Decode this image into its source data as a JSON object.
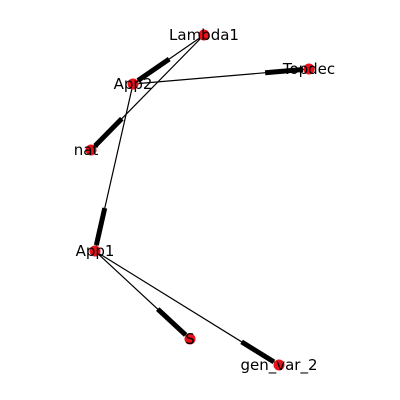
{
  "graph": {
    "node_color": "#e8101a",
    "edge_color": "#000000",
    "nodes": [
      {
        "id": "Lambda1",
        "label": "Lambda1"
      },
      {
        "id": "App2",
        "label": "App2"
      },
      {
        "id": "Topdec",
        "label": "Topdec"
      },
      {
        "id": "nat",
        "label": "nat"
      },
      {
        "id": "App1",
        "label": "App1"
      },
      {
        "id": "S",
        "label": "S"
      },
      {
        "id": "gen_var_2",
        "label": "gen_var_2"
      }
    ],
    "edges": [
      {
        "source": "Lambda1",
        "target": "App2"
      },
      {
        "source": "Lambda1",
        "target": "nat"
      },
      {
        "source": "App2",
        "target": "Topdec"
      },
      {
        "source": "App2",
        "target": "App1"
      },
      {
        "source": "App1",
        "target": "S"
      },
      {
        "source": "App1",
        "target": "gen_var_2"
      }
    ]
  }
}
